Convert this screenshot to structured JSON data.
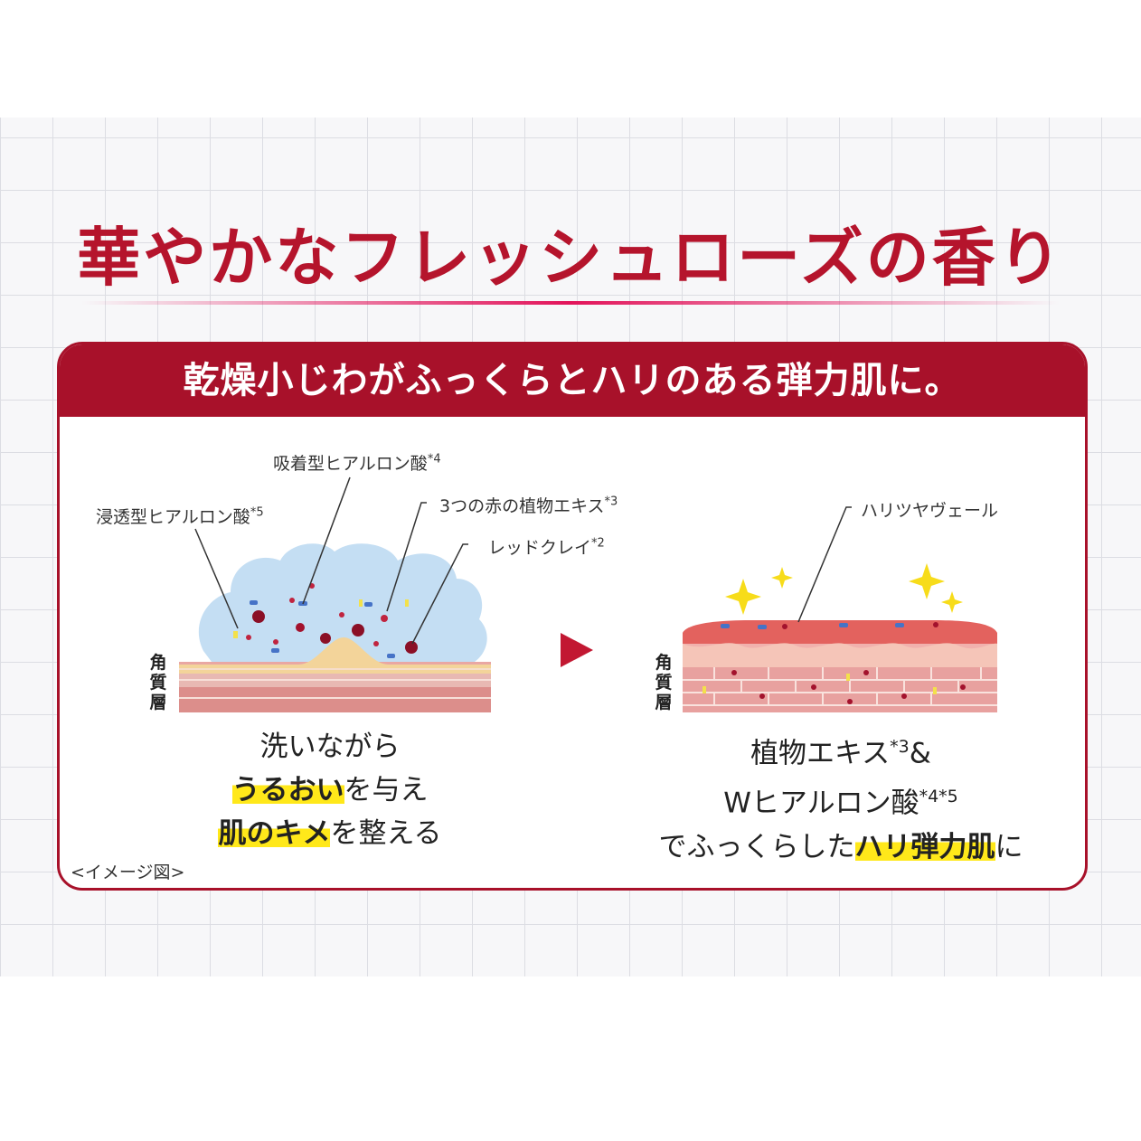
{
  "headline": "華やかなフレッシュローズの香り",
  "card": {
    "title": "乾燥小じわがふっくらとハリのある弾力肌に。"
  },
  "left": {
    "labels": {
      "adsorb_hyaluronic": "吸着型ヒアルロン酸",
      "adsorb_note": "*4",
      "penetrate_hyaluronic": "浸透型ヒアルロン酸",
      "penetrate_note": "*5",
      "three_red": "3つの赤の植物エキス",
      "three_red_note": "*3",
      "red_clay": "レッドクレイ",
      "red_clay_note": "*2"
    },
    "layer_label": [
      "角",
      "質",
      "層"
    ],
    "caption": {
      "line1": "洗いながら",
      "line2_hl": "うるおい",
      "line2_rest": "を与え",
      "line3_hl": "肌のキメ",
      "line3_rest": "を整える"
    }
  },
  "right": {
    "labels": {
      "hari_veil": "ハリツヤヴェール"
    },
    "layer_label": [
      "角",
      "質",
      "層"
    ],
    "caption": {
      "line1": "植物エキス",
      "line1_note": "*3",
      "line1_amp": "&",
      "line2": "Wヒアルロン酸",
      "line2_note": "*4*5",
      "line3_pre": "でふっくらした",
      "line3_hl": "ハリ弾力肌",
      "line3_post": "に"
    }
  },
  "image_note": "<イメージ図>",
  "colors": {
    "brand_red": "#a8112a",
    "headline_red": "#b5142c",
    "highlight_yellow": "#ffe81a"
  },
  "icons": [
    "arrow-right-icon",
    "sparkle-icon"
  ]
}
